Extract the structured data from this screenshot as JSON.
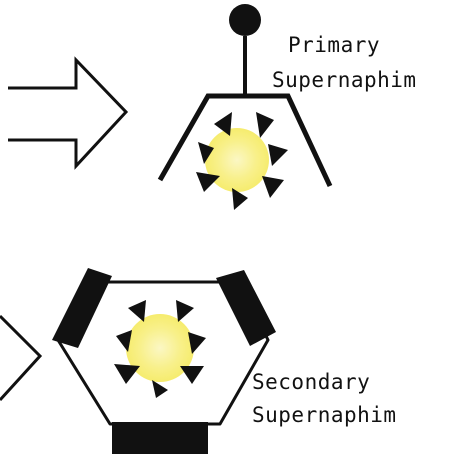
{
  "diagram": {
    "primary": {
      "line1": "Primary",
      "line2": "Supernaphim"
    },
    "secondary": {
      "line1": "Secondary",
      "line2": "Supernaphim"
    }
  },
  "colors": {
    "ink": "#111111",
    "glow": "#f7ef8a",
    "glow_center": "#fbf6b6",
    "background": "#ffffff"
  }
}
